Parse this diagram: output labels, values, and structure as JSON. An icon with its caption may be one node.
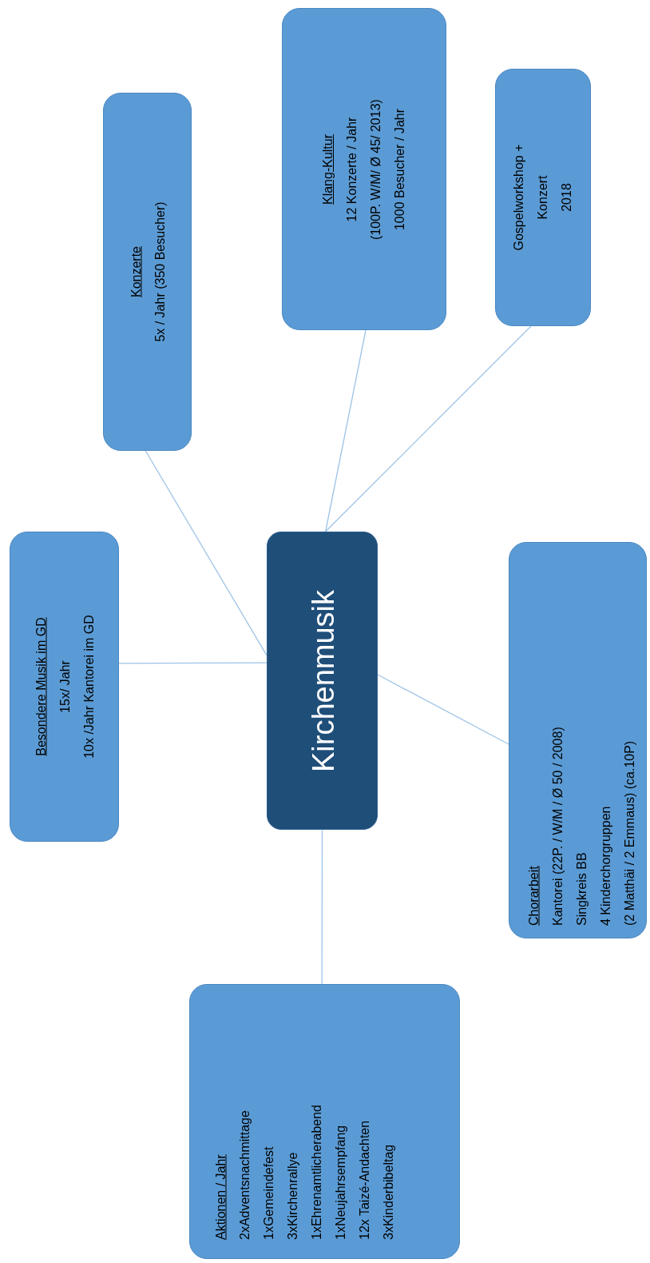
{
  "diagram": {
    "nodes": [
      {
        "text": [
          "Kirchenmusik"
        ]
      },
      {
        "text": [
          "Besondere Musik im GD",
          "15x/ Jahr",
          "10x /Jahr Kantorei im GD"
        ]
      },
      {
        "text": [
          "Konzerte",
          "5x / Jahr (350 Besucher)"
        ]
      },
      {
        "text": [
          "Klang-Kultur",
          "12 Konzerte / Jahr",
          "(100P. W/M/ Ø 45/ 2013)",
          "1000 Besucher / Jahr"
        ]
      },
      {
        "text": [
          "Gospelworkshop + Konzert",
          "2018"
        ]
      },
      {
        "text": [
          "Chorarbeit",
          "Kantorei (22P. / W/M / Ø 50 / 2008)",
          "Singkreis BB",
          "4 Kinderchorgruppen",
          "(2 Matthäi / 2 Emmaus) (ca.10P)"
        ]
      },
      {
        "text": [
          "Aktionen / Jahr",
          "2xAdventsnachmittage",
          "1xGemeindefest",
          "3xKirchenrallye",
          "1xEhrenamtlicherabend",
          "1xNeujahrsempfang",
          "12x Taizé-Andachten",
          "3xKinderbibeltag"
        ]
      }
    ],
    "edges": [
      {
        "from": 0,
        "to": 1,
        "arrow": "none"
      },
      {
        "from": 0,
        "to": 2,
        "arrow": "none"
      },
      {
        "from": 0,
        "to": 3,
        "arrow": "none"
      },
      {
        "from": 0,
        "to": 4,
        "arrow": "none"
      },
      {
        "from": 0,
        "to": 5,
        "arrow": "none"
      },
      {
        "from": 0,
        "to": 6,
        "arrow": "none"
      }
    ]
  }
}
